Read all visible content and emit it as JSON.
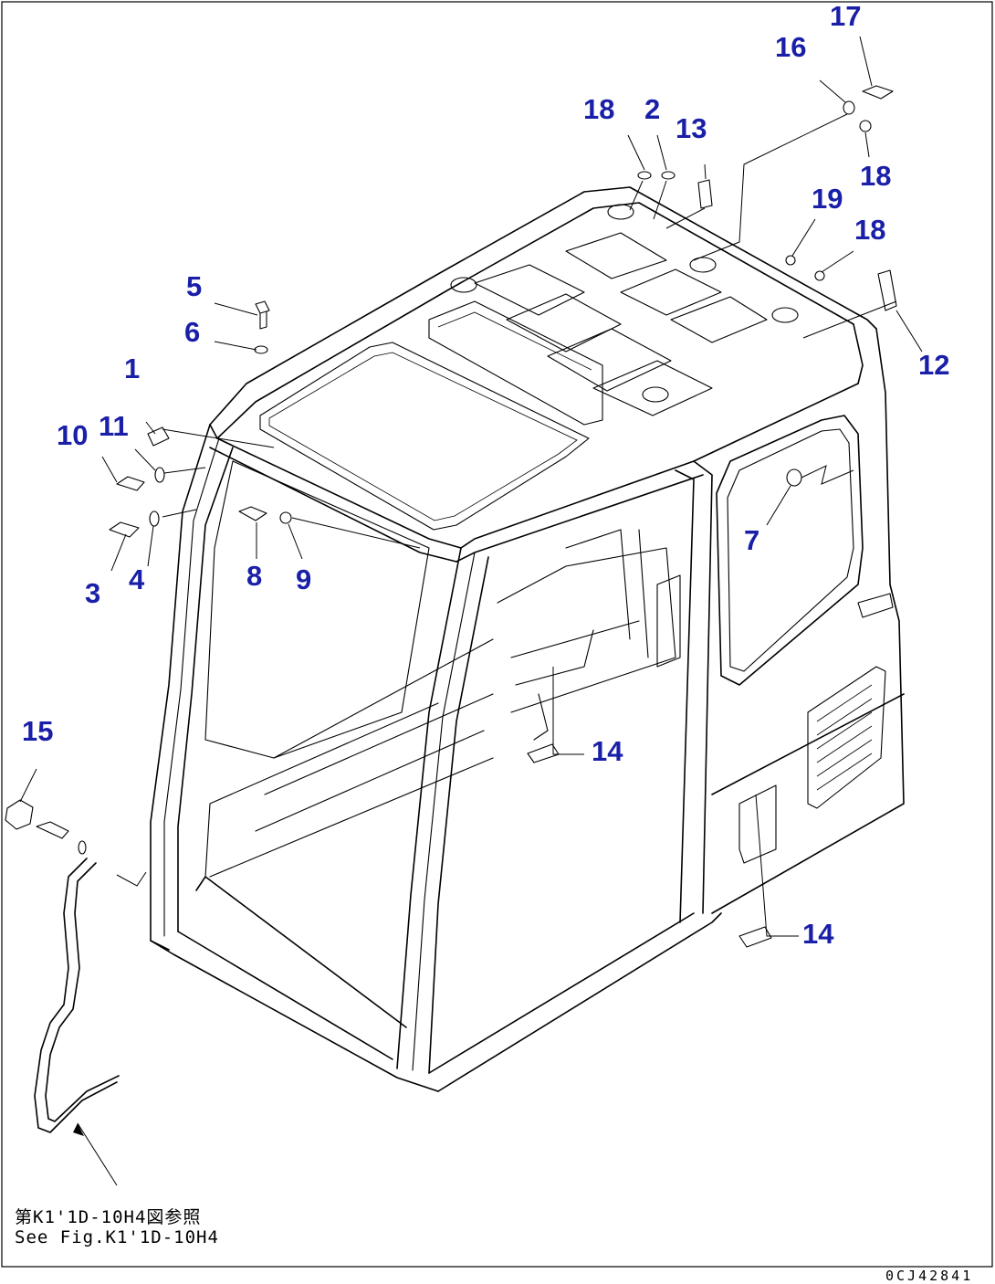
{
  "diagram": {
    "callouts": {
      "n1": "1",
      "n2": "2",
      "n3": "3",
      "n4": "4",
      "n5": "5",
      "n6": "6",
      "n7": "7",
      "n8": "8",
      "n9": "9",
      "n10": "10",
      "n11": "11",
      "n12": "12",
      "n13": "13",
      "n14a": "14",
      "n14b": "14",
      "n15": "15",
      "n16": "16",
      "n17": "17",
      "n18a": "18",
      "n18b": "18",
      "n18c": "18",
      "n19": "19"
    },
    "reference_note": {
      "japanese": "第K1'1D-10H4図参照",
      "english": "See Fig.K1'1D-10H4"
    },
    "drawing_code": "0CJ42841",
    "colors": {
      "callout": "#1a1fa8",
      "line": "#000000",
      "background": "#ffffff"
    }
  }
}
